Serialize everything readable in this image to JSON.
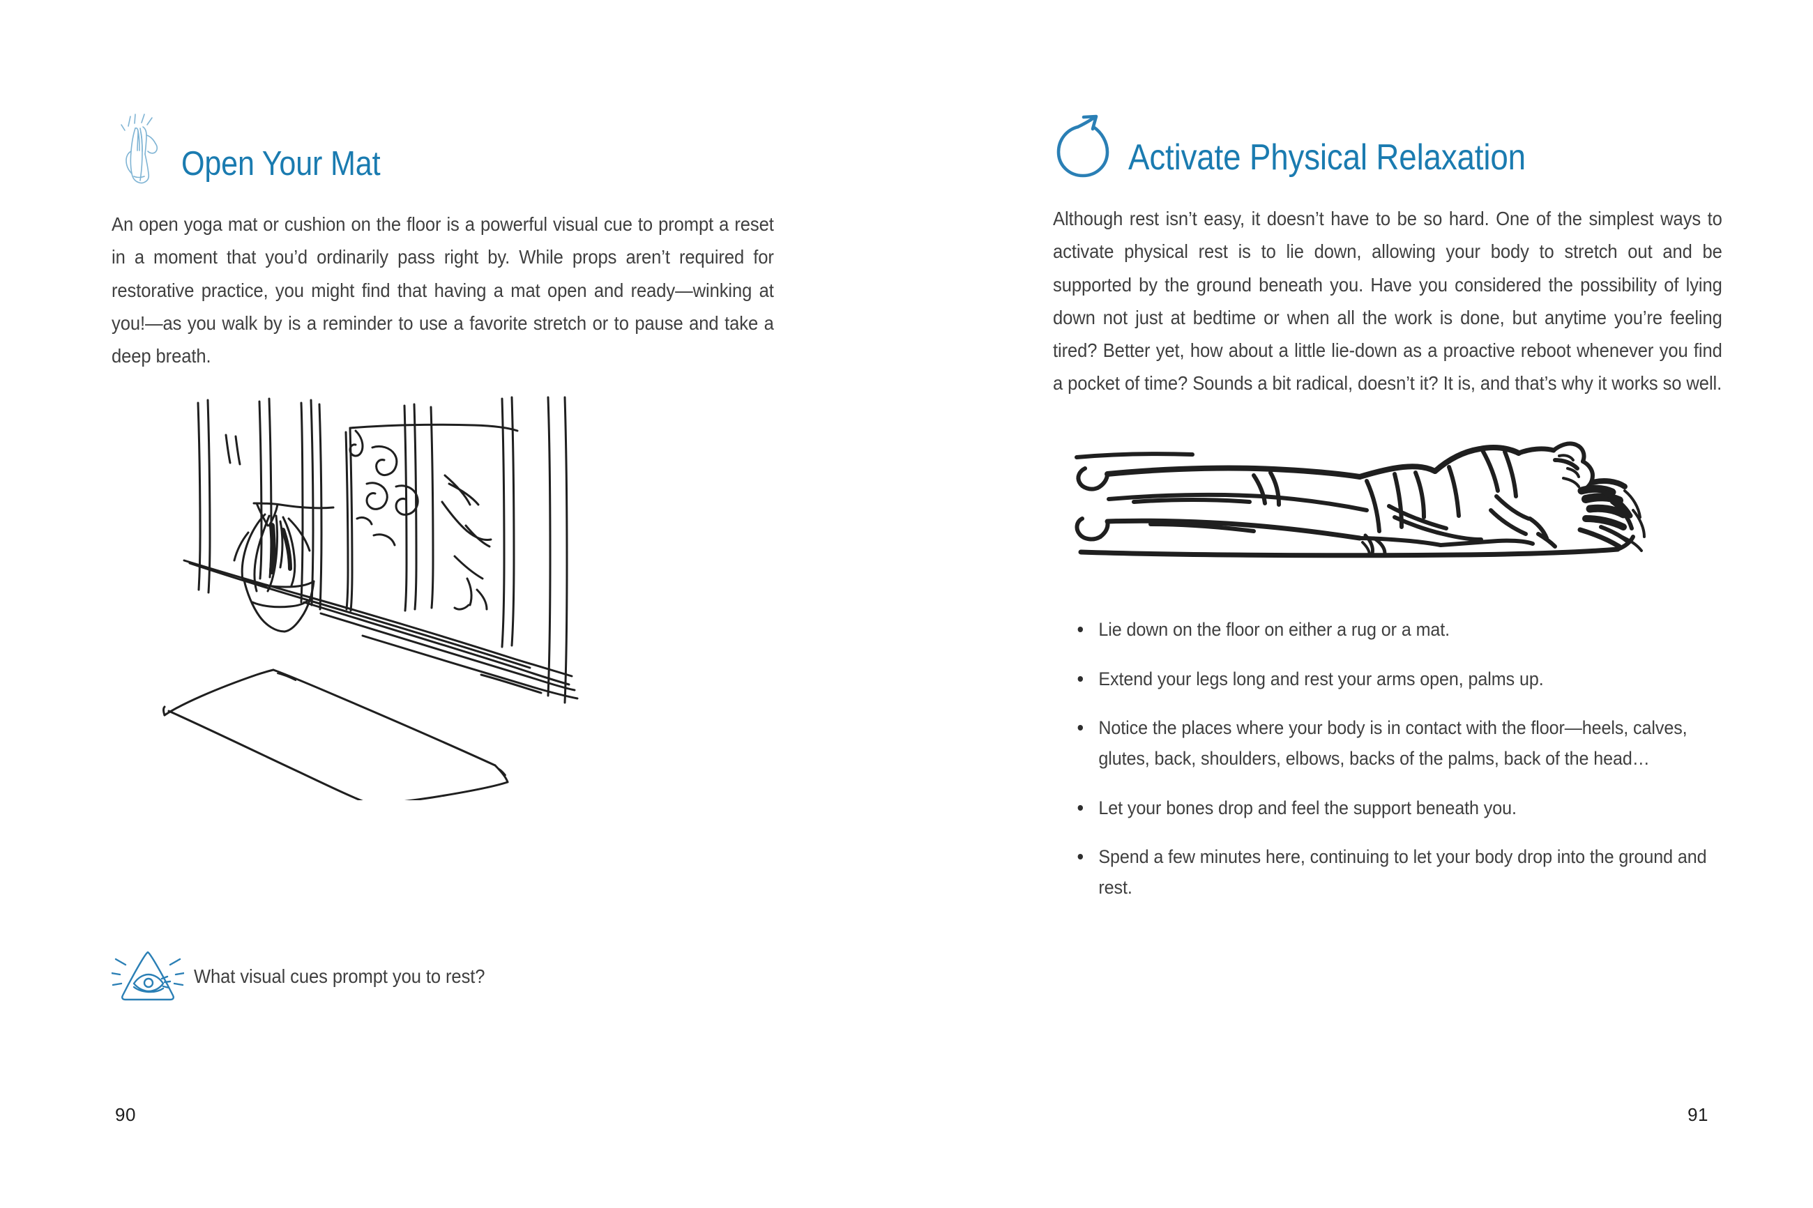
{
  "spread": {
    "background_color": "#ffffff",
    "heading_color": "#1a7bb0",
    "body_text_color": "#3f3f3f"
  },
  "left_page": {
    "folio": "90",
    "heading": {
      "icon": "praying-hands-icon",
      "text": "Open Your Mat"
    },
    "paragraph": "An open yoga mat or cushion on the floor is a powerful visual cue to prompt a reset in a moment that you’d ordinarily pass right by. While props aren’t required for restorative practice, you might find that having a mat open and ready—winking at you!—as you walk by is a reminder to use a favorite stretch or to pause and take a deep breath.",
    "illustration": {
      "name": "window-with-plant-and-yoga-mat-sketch",
      "description": "Hand-drawn sketch of a window with curtains, a wrought-iron grille, a hanging potted plant, and an open yoga mat unrolled on the floor"
    },
    "prompt": {
      "icon": "eye-in-triangle-icon",
      "text": "What visual cues prompt you to rest?"
    }
  },
  "right_page": {
    "folio": "91",
    "heading": {
      "icon": "circular-reset-arrow-icon",
      "text": "Activate Physical Relaxation"
    },
    "paragraph": "Although rest isn’t easy, it doesn’t have to be so hard. One of the simplest ways to activate physical rest is to lie down, allowing your body to stretch out and be supported by the ground beneath you. Have you considered the possibility of lying down not just at bedtime or when all the work is done, but anytime you’re feeling tired? Better yet, how about a little lie-down as a proactive reboot whenever you find a pocket of time? Sounds a bit radical, doesn’t it? It is, and that’s why it works so well.",
    "illustration": {
      "name": "person-lying-supine-savasana-sketch",
      "description": "Hand-drawn sketch of a person lying flat on their back on a mat, arms resting at their sides, in savasana"
    },
    "bullets": [
      "Lie down on the floor on either a rug or a mat.",
      "Extend your legs long and rest your arms open, palms up.",
      "Notice the places where your body is in contact with the floor—heels, calves, glutes, back, shoulders, elbows, backs of the palms, back of the head…",
      "Let your bones drop and feel the support beneath you.",
      "Spend a few minutes here, continuing to let your body drop into the ground and rest."
    ]
  }
}
